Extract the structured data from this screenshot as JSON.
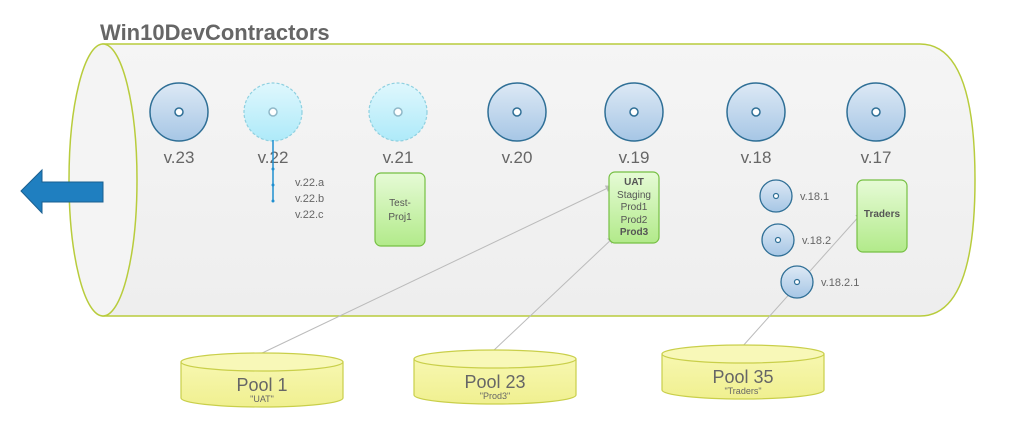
{
  "title": "Win10DevContractors",
  "colors": {
    "cylinder_stroke": "#b8cc3c",
    "cylinder_fill": "#f2f2f2",
    "disc_stroke": "#2f6f96",
    "disc_fill_top": "#dbe8f4",
    "disc_fill_bottom": "#a8c8e6",
    "ghost_disc_stroke": "#8fd0e0",
    "ghost_disc_fill": "#c4f0fb",
    "arrow_fill": "#1f7fc0",
    "green_box_fill": "#c8f2a8",
    "green_box_stroke": "#76c043",
    "pool_fill": "#f5f5a0",
    "pool_stroke": "#c9cf4a",
    "connector": "#bbbbbb"
  },
  "versions": [
    {
      "id": "v23",
      "label": "v.23",
      "ghost": false
    },
    {
      "id": "v22",
      "label": "v.22",
      "ghost": true
    },
    {
      "id": "v21",
      "label": "v.21",
      "ghost": true
    },
    {
      "id": "v20",
      "label": "v.20",
      "ghost": false
    },
    {
      "id": "v19",
      "label": "v.19",
      "ghost": false
    },
    {
      "id": "v18",
      "label": "v.18",
      "ghost": false
    },
    {
      "id": "v17",
      "label": "v.17",
      "ghost": false
    }
  ],
  "v22_branches": [
    "v.22.a",
    "v.22.b",
    "v.22.c"
  ],
  "v18_subversions": [
    "v.18.1",
    "v.18.2",
    "v.18.2.1"
  ],
  "boxes": {
    "v21": [
      "Test-",
      "Proj1"
    ],
    "v19": [
      {
        "text": "UAT",
        "bold": true
      },
      {
        "text": "Staging",
        "bold": false
      },
      {
        "text": "Prod1",
        "bold": false
      },
      {
        "text": "Prod2",
        "bold": false
      },
      {
        "text": "Prod3",
        "bold": true
      }
    ],
    "v17": "Traders"
  },
  "pools": [
    {
      "name": "Pool 1",
      "ring": "\"UAT\""
    },
    {
      "name": "Pool 23",
      "ring": "\"Prod3\""
    },
    {
      "name": "Pool 35",
      "ring": "\"Traders\""
    }
  ],
  "arrow": "left-arrow"
}
